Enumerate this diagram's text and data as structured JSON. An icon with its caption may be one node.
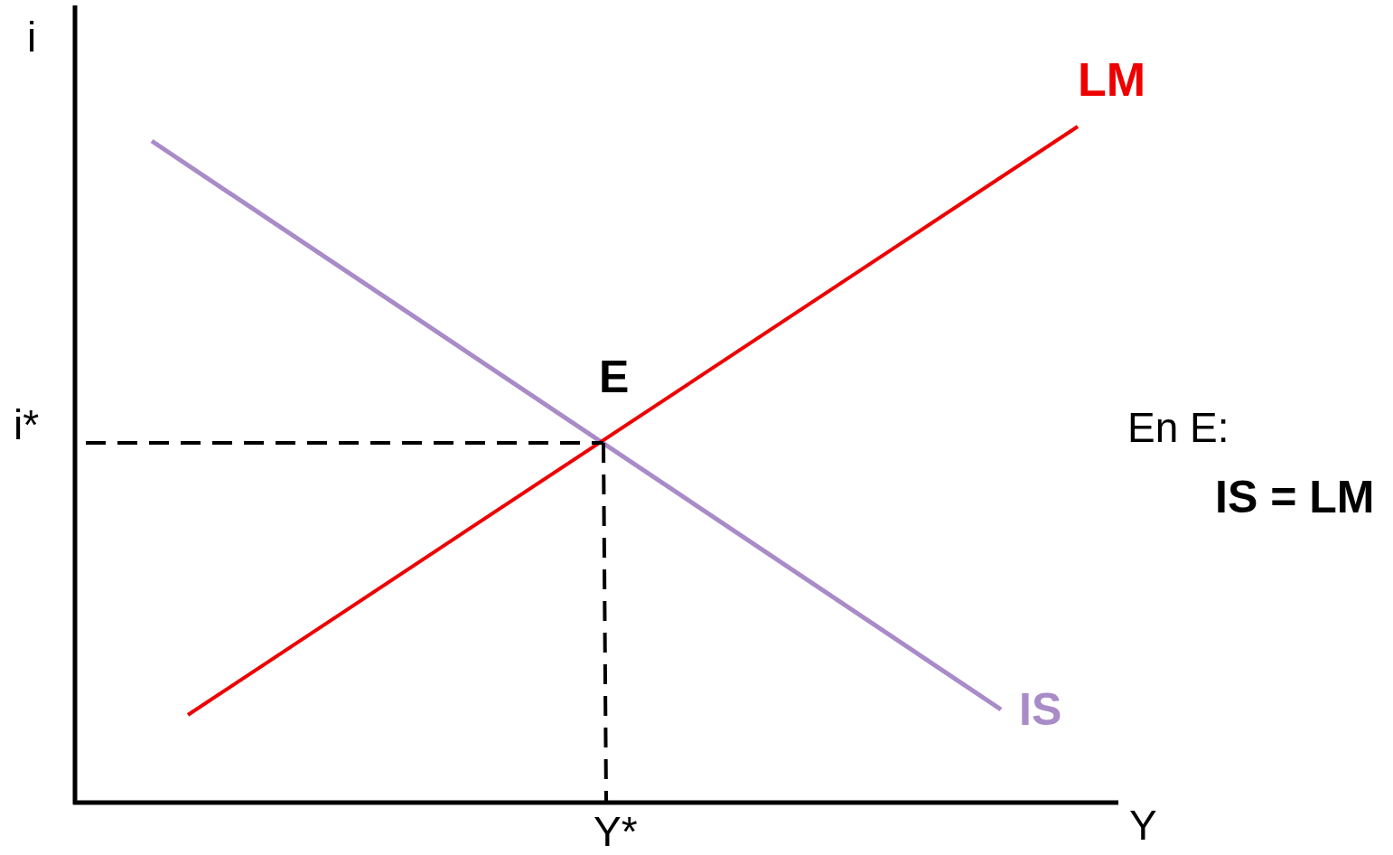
{
  "diagram": {
    "labels": [
      "i",
      "LM",
      "i*",
      "E",
      "En E:",
      "IS = LM",
      "IS",
      "Y*",
      "Y"
    ]
  }
}
